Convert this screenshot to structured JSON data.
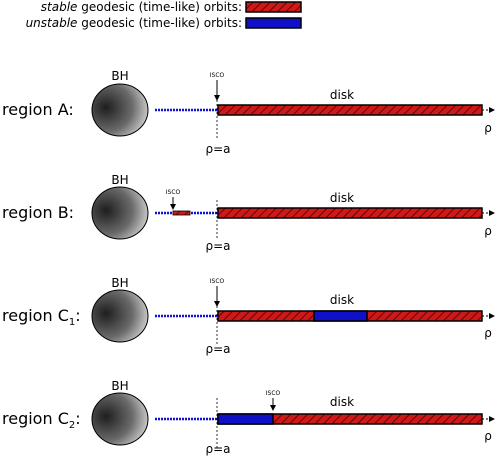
{
  "legend": {
    "stable": {
      "italic": "stable",
      "rest": " geodesic (time-like) orbits:"
    },
    "unstable": {
      "italic": "unstable",
      "rest": " geodesic (time-like) orbits:"
    }
  },
  "colors": {
    "stable_fill": "#d01818",
    "unstable_fill": "#1010c8",
    "hatch": "#5a0808",
    "outline": "#000000"
  },
  "common": {
    "bh_label": "BH",
    "disk_label": "disk",
    "rho_label": "ρ",
    "rho_eq_a_label": "ρ=a",
    "isco_label": "ISCO"
  },
  "regions": [
    {
      "label": "region A:",
      "sub": ""
    },
    {
      "label": "region B:",
      "sub": ""
    },
    {
      "label": "region C",
      "sub": "1",
      "suffix": ":"
    },
    {
      "label": "region C",
      "sub": "2",
      "suffix": ":"
    }
  ]
}
